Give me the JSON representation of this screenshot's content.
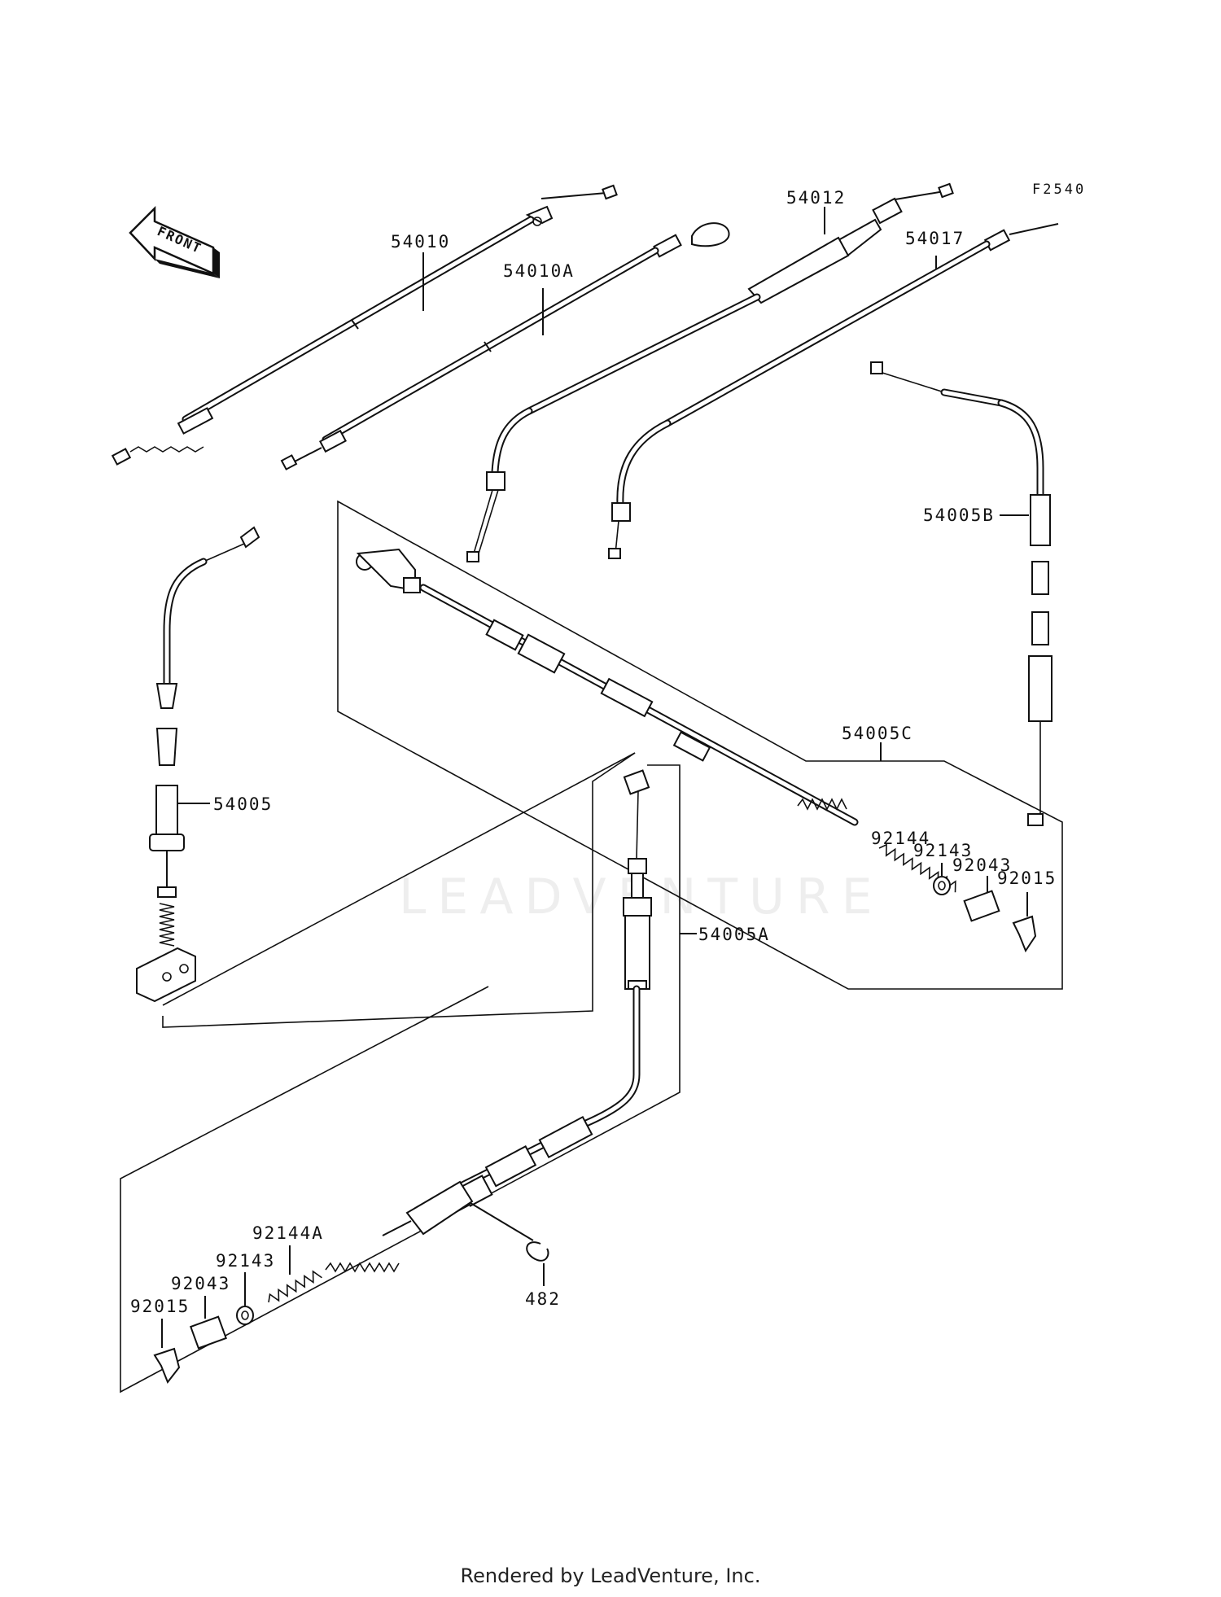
{
  "diagram": {
    "code": "F2540",
    "front_label": "FRONT",
    "watermark": "LEADVENTURE",
    "footer": "Rendered by LeadVenture, Inc.",
    "part_labels": [
      "54010",
      "54010A",
      "54012",
      "54017",
      "54005B",
      "54005C",
      "54005",
      "92144",
      "92143",
      "92043",
      "92015",
      "54005A",
      "92144A",
      "92143",
      "92043",
      "92015",
      "482"
    ]
  }
}
